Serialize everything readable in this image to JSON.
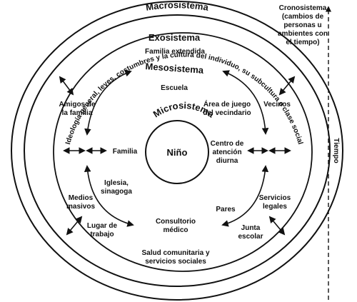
{
  "systems": {
    "macro": "Macrosistema",
    "macro_desc": "Ideología general, leyes, costumbres y la cultura del individuo, su subcultura o clase social",
    "exo": "Exosistema",
    "meso": "Mesosistema",
    "micro": "Microsistema",
    "child": "Niño"
  },
  "exo_items": {
    "extended_family": "Familia extendida",
    "friends_1": "Amigos de",
    "friends_2": "la familia",
    "neighbors": "Vecinos",
    "media_1": "Medios",
    "media_2": "masivos",
    "legal_1": "Servicios",
    "legal_2": "legales",
    "work_1": "Lugar de",
    "work_2": "trabajo",
    "board_1": "Junta",
    "board_2": "escolar",
    "health_1": "Salud comunitaria y",
    "health_2": "servicios sociales"
  },
  "micro_items": {
    "school": "Escuela",
    "playground_1": "Área de juego",
    "playground_2": "del vecindario",
    "family": "Familia",
    "daycare_1": "Centro de",
    "daycare_2": "atención",
    "daycare_3": "diurna",
    "church_1": "Iglesia,",
    "church_2": "sinagoga",
    "peers": "Pares",
    "clinic_1": "Consultorio",
    "clinic_2": "médico"
  },
  "chrono": {
    "line1": "Cronosistema",
    "line2": "(cambios de",
    "line3": "personas u",
    "line4": "ambientes con",
    "line5": "el tiempo)",
    "time_label": "Tiempo"
  }
}
